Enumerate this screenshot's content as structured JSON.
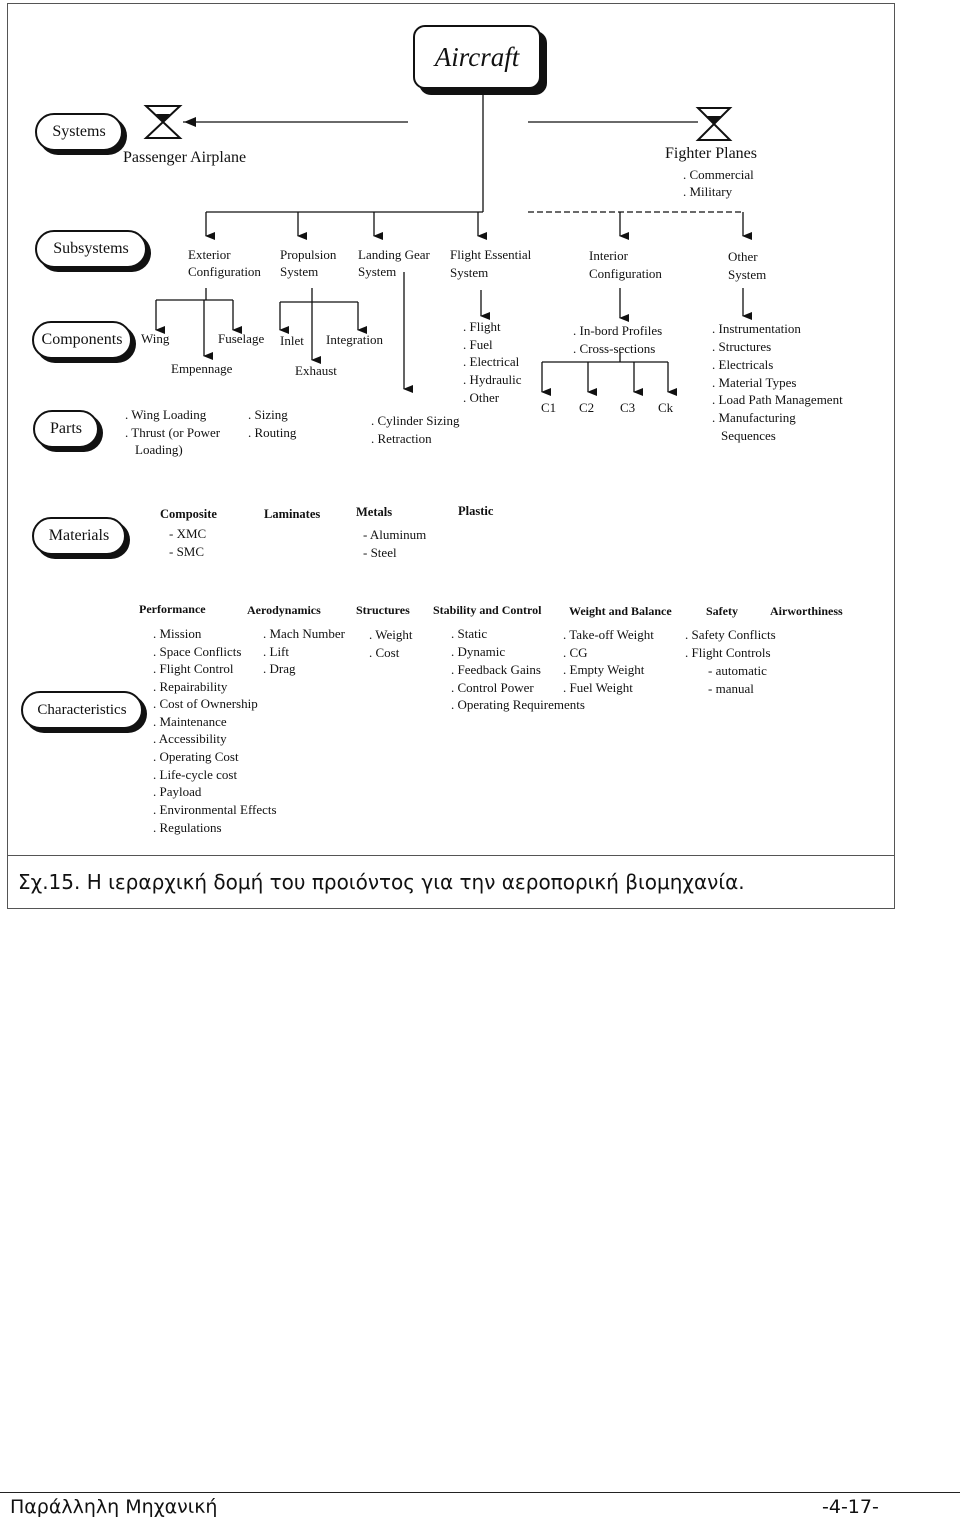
{
  "diagram": {
    "root": "Aircraft",
    "levels": {
      "systems": "Systems",
      "subsystems": "Subsystems",
      "components": "Components",
      "parts": "Parts",
      "materials": "Materials",
      "characteristics": "Characteristics"
    },
    "systems": {
      "passenger": "Passenger Airplane",
      "fighter": "Fighter Planes",
      "fighter_items": [
        ". Commercial",
        ". Military"
      ]
    },
    "subsystems": [
      {
        "line1": "Exterior",
        "line2": "Configuration"
      },
      {
        "line1": "Propulsion",
        "line2": "System"
      },
      {
        "line1": "Landing Gear",
        "line2": "System"
      },
      {
        "line1": "Flight Essential",
        "line2": "System"
      },
      {
        "line1": "Interior",
        "line2": "Configuration"
      },
      {
        "line1": "Other",
        "line2": "System"
      }
    ],
    "components": {
      "wing": "Wing",
      "fuselage": "Fuselage",
      "empennage": "Empennage",
      "inlet": "Inlet",
      "integration": "Integration",
      "exhaust": "Exhaust",
      "flight_essential": [
        ". Flight",
        ". Fuel",
        ". Electrical",
        ". Hydraulic",
        ". Other"
      ],
      "interior": [
        ". In-bord Profiles",
        ". Cross-sections"
      ],
      "interior_codes": [
        "C1",
        "C2",
        "C3",
        "Ck"
      ],
      "other": [
        ". Instrumentation",
        ". Structures",
        ". Electricals",
        ". Material Types",
        ". Load Path Management",
        ". Manufacturing",
        "Sequences"
      ]
    },
    "parts": {
      "exterior": [
        ". Wing Loading",
        ". Thrust (or Power",
        "Loading)"
      ],
      "propulsion": [
        ". Sizing",
        ". Routing"
      ],
      "landing_gear": [
        ". Cylinder Sizing",
        ". Retraction"
      ]
    },
    "materials": {
      "composite": "Composite",
      "composite_items": [
        "- XMC",
        "- SMC"
      ],
      "laminates": "Laminates",
      "metals": "Metals",
      "metals_items": [
        "- Aluminum",
        "- Steel"
      ],
      "plastic": "Plastic"
    },
    "characteristics": {
      "headers": [
        "Performance",
        "Aerodynamics",
        "Structures",
        "Stability and Control",
        "Weight and Balance",
        "Safety",
        "Airworthiness"
      ],
      "performance": [
        ". Mission",
        ". Space Conflicts",
        ". Flight Control",
        ". Repairability",
        ". Cost of Ownership",
        ". Maintenance",
        ". Accessibility",
        ". Operating Cost",
        ". Life-cycle cost",
        ". Payload",
        ". Environmental Effects",
        ". Regulations"
      ],
      "aerodynamics": [
        ". Mach Number",
        ". Lift",
        ". Drag"
      ],
      "structures": [
        ". Weight",
        ". Cost"
      ],
      "stability": [
        ". Static",
        ". Dynamic",
        ". Feedback Gains",
        ". Control Power",
        ". Operating Requirements"
      ],
      "weight": [
        ". Take-off  Weight",
        ". CG",
        ". Empty Weight",
        ". Fuel Weight"
      ],
      "safety": [
        ". Safety Conflicts",
        ". Flight Controls",
        "- automatic",
        "- manual"
      ]
    }
  },
  "caption": "Σχ.15. Η ιεραρχική δομή του προιόντος για την αεροπορική βιομηχανία.",
  "footer": {
    "left": "Παράλληλη Μηχανική",
    "right": "-4-17-"
  }
}
